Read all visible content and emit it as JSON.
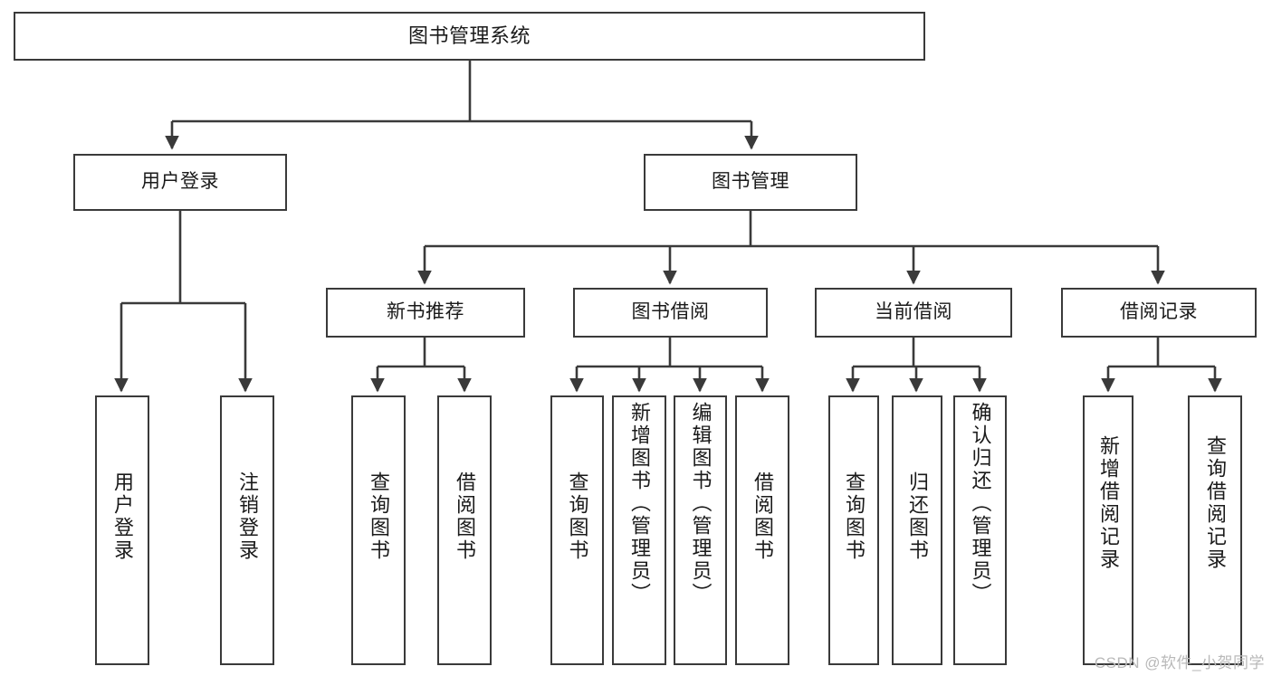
{
  "diagram": {
    "title": "图书管理系统",
    "type": "tree-hierarchy-chart",
    "style": {
      "box_border_color": "#3a3a3a",
      "box_fill_color": "#ffffff",
      "line_color": "#3a3a3a",
      "text_color": "#1a1a1a",
      "background": "#ffffff"
    },
    "watermark": "CSDN @软件_小贺同学"
  },
  "nodes": {
    "root": {
      "label": "图书管理系统"
    },
    "level1": [
      {
        "label": "用户登录"
      },
      {
        "label": "图书管理"
      }
    ],
    "level2": [
      {
        "label": "新书推荐"
      },
      {
        "label": "图书借阅"
      },
      {
        "label": "当前借阅"
      },
      {
        "label": "借阅记录"
      }
    ],
    "leaves_user_login": [
      {
        "label": "用户登录"
      },
      {
        "label": "注销登录"
      }
    ],
    "leaves_new_books": [
      {
        "label": "查询图书"
      },
      {
        "label": "借阅图书"
      }
    ],
    "leaves_borrow": [
      {
        "label": "查询图书"
      },
      {
        "label": "新增图书（管理员）"
      },
      {
        "label": "编辑图书（管理员）"
      },
      {
        "label": "借阅图书"
      }
    ],
    "leaves_current": [
      {
        "label": "查询图书"
      },
      {
        "label": "归还图书"
      },
      {
        "label": "确认归还（管理员）"
      }
    ],
    "leaves_records": [
      {
        "label": "新增借阅记录"
      },
      {
        "label": "查询借阅记录"
      }
    ]
  }
}
